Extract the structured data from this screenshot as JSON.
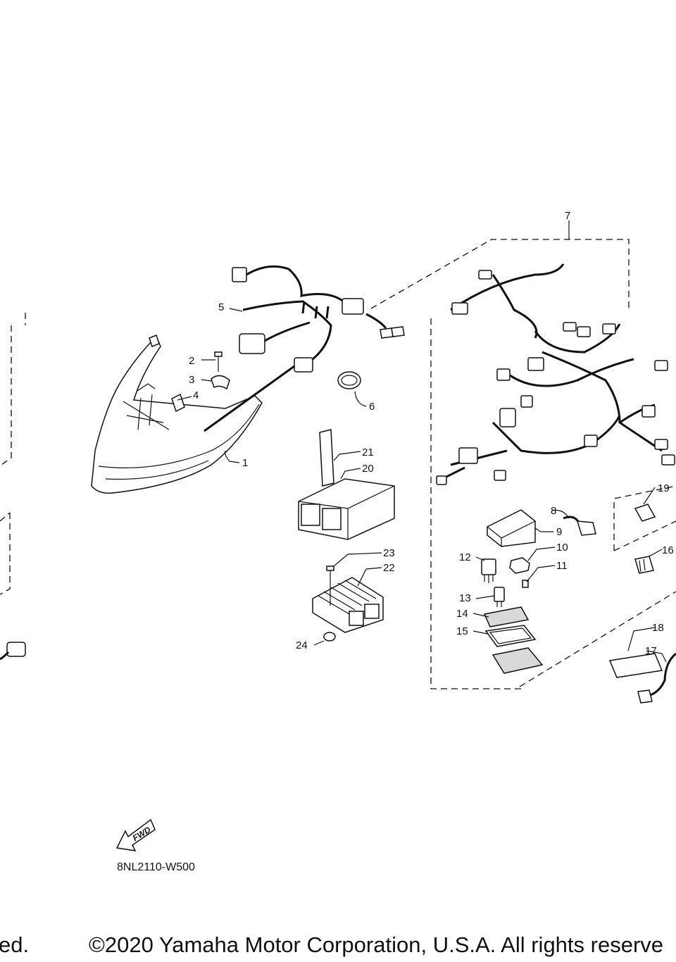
{
  "diagram": {
    "callouts": [
      "1",
      "2",
      "3",
      "4",
      "5",
      "6",
      "7",
      "8",
      "9",
      "10",
      "11",
      "12",
      "13",
      "14",
      "15",
      "16",
      "17",
      "18",
      "19",
      "20",
      "21",
      "22",
      "23",
      "24"
    ],
    "drawing_code": "8NL2110-W500",
    "fwd_label": "FWD"
  },
  "footer": {
    "left_fragment": "ed.",
    "copyright": "©2020 Yamaha Motor Corporation, U.S.A. All rights reserve"
  }
}
